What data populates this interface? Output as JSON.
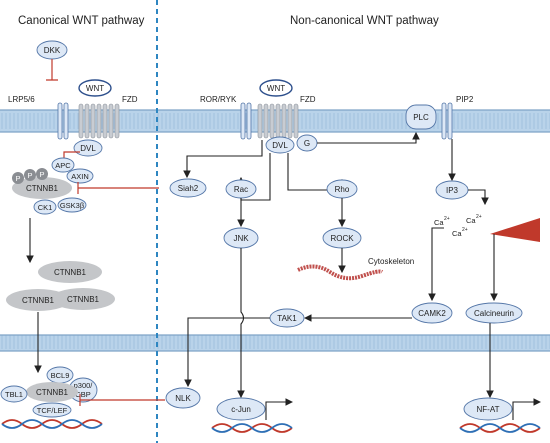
{
  "titles": {
    "canonical": "Canonical WNT pathway",
    "noncanonical": "Non-canonical WNT pathway"
  },
  "canonical": {
    "dkk": "DKK",
    "lrp": "LRP5/6",
    "wnt": "WNT",
    "fzd": "FZD",
    "dvl": "DVL",
    "apc": "APC",
    "axin": "AXIN",
    "ck1": "CK1",
    "gsk": "GSK3β",
    "ctnnb1": "CTNNB1",
    "p": "P",
    "ctnnb1_a": "CTNNB1",
    "ctnnb1_b": "CTNNB1",
    "ctnnb1_c": "CTNNB1",
    "bcl9": "BCL9",
    "p300_line1": "p300/",
    "p300_line2": "CBP",
    "tbl1": "TBL1",
    "ctnnb1_nuc": "CTNNB1",
    "tcf": "TCF/LEF"
  },
  "noncanonical": {
    "ror": "ROR/RYK",
    "wnt": "WNT",
    "fzd": "FZD",
    "dvl": "DVL",
    "g": "G",
    "plc": "PLC",
    "pip2": "PIP2",
    "siah2": "Siah2",
    "rac": "Rac",
    "rho": "Rho",
    "jnk": "JNK",
    "rock": "ROCK",
    "cyto": "Cytoskeleton",
    "ip3": "IP3",
    "ca": "Ca",
    "ca_sup": "2+",
    "camk2": "CAMK2",
    "calcineurin": "Calcineurin",
    "tak1": "TAK1",
    "nlk": "NLK",
    "cjun": "c-Jun",
    "nfat": "NF-AT"
  },
  "colors": {
    "membrane": "#b9d3ea",
    "membrane_line": "#7fa3c8",
    "node_fill": "#dde8f6",
    "node_stroke": "#5577a8",
    "inhibit": "#c0392b",
    "divider": "#2e86c1",
    "dna_red": "#c0392b",
    "dna_blue": "#2e6fb5",
    "gray": "#c4c6c9"
  }
}
